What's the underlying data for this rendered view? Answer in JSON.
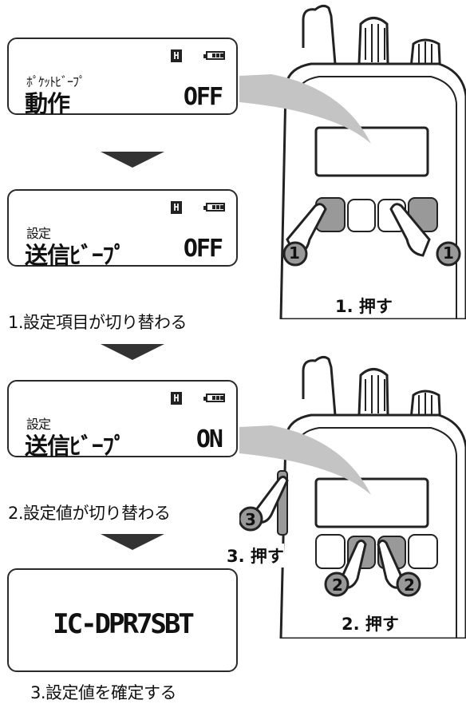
{
  "lcd1": {
    "line1": "ﾎﾟｹｯﾄﾋﾞｰﾌﾟ",
    "line2": "動作",
    "value": "OFF"
  },
  "lcd2": {
    "line1": "設定",
    "line2": "送信ﾋﾞｰﾌﾟ",
    "value": "OFF"
  },
  "lcd3": {
    "line1": "設定",
    "line2": "送信ﾋﾞｰﾌﾟ",
    "value": "ON"
  },
  "lcd4": {
    "text": "IC-DPR7SBT"
  },
  "indicator_h": "H",
  "captions": {
    "step1": "1.設定項目が切り替わる",
    "step2": "2.設定値が切り替わる",
    "step3": "3.設定値を確定する"
  },
  "device_top": {
    "badge_left": "1",
    "badge_right": "1",
    "press_label": "1. 押す"
  },
  "device_bottom": {
    "badge_side": "3",
    "side_label": "3. 押す",
    "badge_left": "2",
    "badge_right": "2",
    "press_label": "2. 押す"
  }
}
